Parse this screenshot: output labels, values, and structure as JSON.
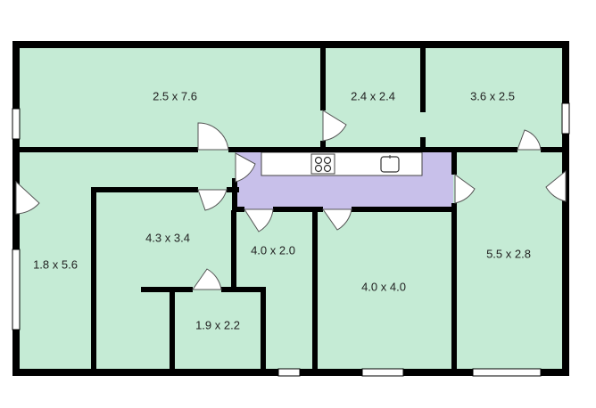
{
  "colors": {
    "room_fill": "#c5ebd5",
    "kitchen_fill": "#c8c0ea",
    "wall": "#000000",
    "window": "#ffffff",
    "door_swing": "#555555"
  },
  "rooms": [
    {
      "id": "living",
      "label": "2.5 x 7.6"
    },
    {
      "id": "room-top-middle",
      "label": "2.4 x 2.4"
    },
    {
      "id": "room-top-right",
      "label": "3.6 x 2.5"
    },
    {
      "id": "hall-left",
      "label": "1.8 x 5.6"
    },
    {
      "id": "room-center-left",
      "label": "4.3 x 3.4"
    },
    {
      "id": "closet",
      "label": "1.9 x 2.2"
    },
    {
      "id": "room-center",
      "label": "4.0 x 2.0"
    },
    {
      "id": "room-bottom-middle",
      "label": "4.0 x 4.0"
    },
    {
      "id": "room-right",
      "label": "5.5 x 2.8"
    }
  ],
  "fixtures": [
    {
      "id": "kitchen-counter",
      "icon": "counter"
    },
    {
      "id": "stove",
      "icon": "stove-icon"
    },
    {
      "id": "sink",
      "icon": "sink-icon"
    }
  ]
}
